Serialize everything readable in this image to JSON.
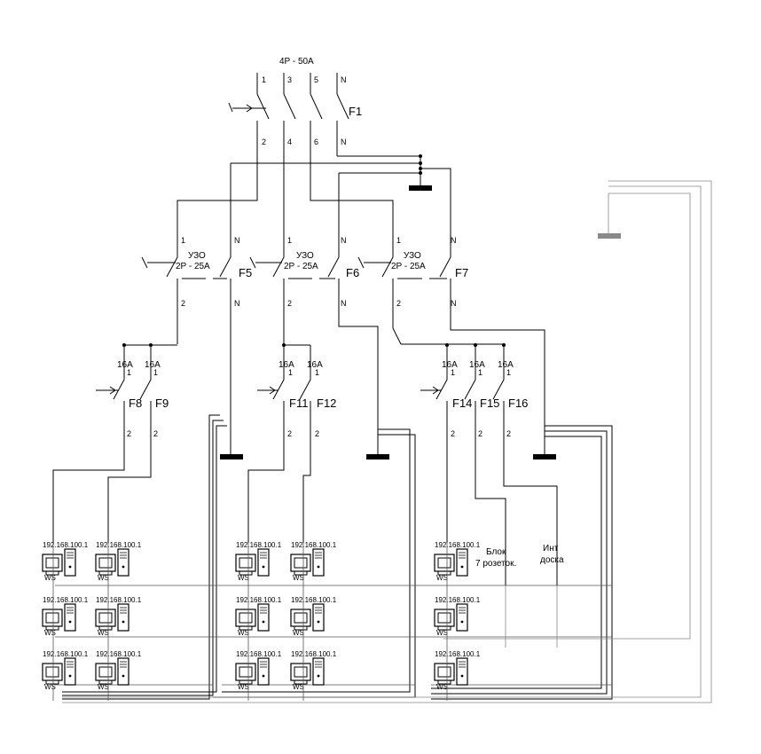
{
  "main_breaker": {
    "rating": "4P - 50A",
    "name": "F1",
    "top_terminals": [
      "1",
      "3",
      "5",
      "N"
    ],
    "bottom_terminals": [
      "2",
      "4",
      "6",
      "N"
    ]
  },
  "rcds": [
    {
      "name": "F5",
      "type": "УЗО",
      "rating": "2P - 25A",
      "in": "1",
      "out": "2",
      "n_in": "N",
      "n_out": "N"
    },
    {
      "name": "F6",
      "type": "УЗО",
      "rating": "2P - 25A",
      "in": "1",
      "out": "2",
      "n_in": "N",
      "n_out": "N"
    },
    {
      "name": "F7",
      "type": "УЗО",
      "rating": "2P - 25A",
      "in": "1",
      "out": "2",
      "n_in": "N",
      "n_out": "N"
    }
  ],
  "breakers": [
    {
      "name": "F8",
      "rating": "16A",
      "in": "1",
      "out": "2"
    },
    {
      "name": "F9",
      "rating": "16A",
      "in": "1",
      "out": "2"
    },
    {
      "name": "F11",
      "rating": "16A",
      "in": "1",
      "out": "2"
    },
    {
      "name": "F12",
      "rating": "16A",
      "in": "1",
      "out": "2"
    },
    {
      "name": "F14",
      "rating": "16A",
      "in": "1",
      "out": "2"
    },
    {
      "name": "F15",
      "rating": "16A",
      "in": "1",
      "out": "2"
    },
    {
      "name": "F16",
      "rating": "16A",
      "in": "1",
      "out": "2"
    }
  ],
  "workstation": {
    "ip": "192.168.100.1",
    "label": "WS"
  },
  "loads": {
    "socket_block": [
      "Блок",
      "7 розеток."
    ],
    "board": [
      "Инт",
      "доска"
    ]
  }
}
